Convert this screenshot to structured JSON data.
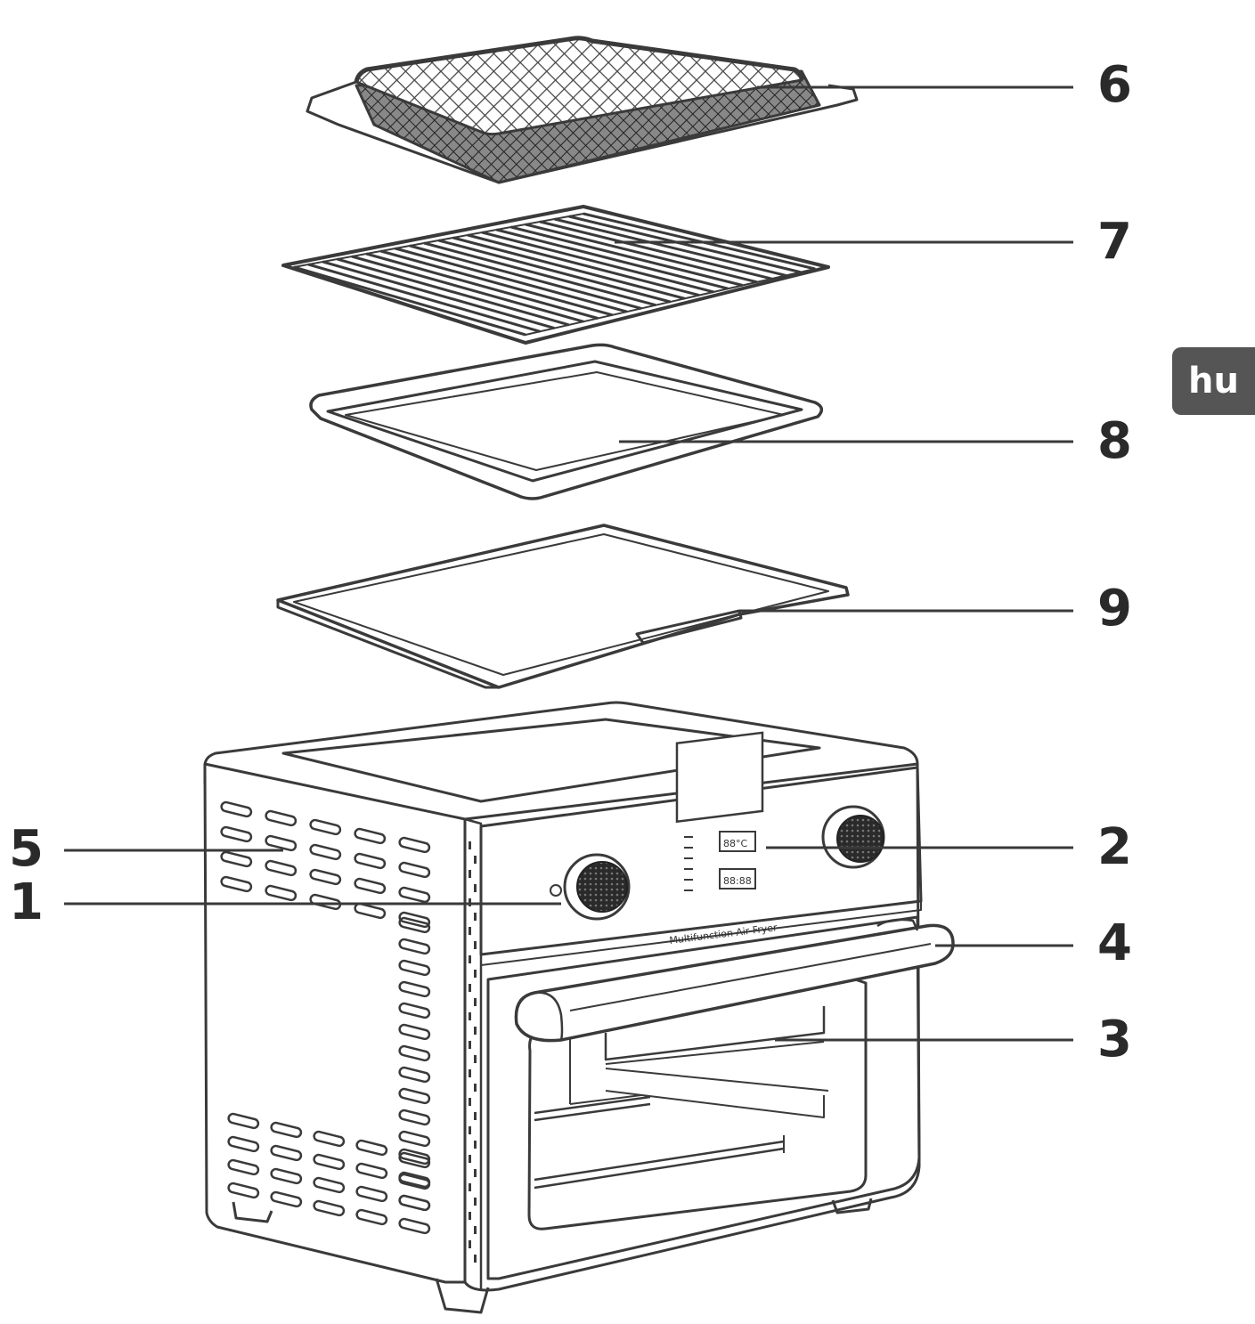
{
  "language_tab": {
    "label": "hu"
  },
  "oven_label": "Multifunction Air Fryer",
  "callouts": [
    {
      "id": "6",
      "label": "6"
    },
    {
      "id": "7",
      "label": "7"
    },
    {
      "id": "8",
      "label": "8"
    },
    {
      "id": "9",
      "label": "9"
    },
    {
      "id": "5",
      "label": "5"
    },
    {
      "id": "1",
      "label": "1"
    },
    {
      "id": "2",
      "label": "2"
    },
    {
      "id": "4",
      "label": "4"
    },
    {
      "id": "3",
      "label": "3"
    }
  ],
  "colors": {
    "line": "#3a3a3a",
    "tab": "#555555",
    "background": "#ffffff"
  }
}
